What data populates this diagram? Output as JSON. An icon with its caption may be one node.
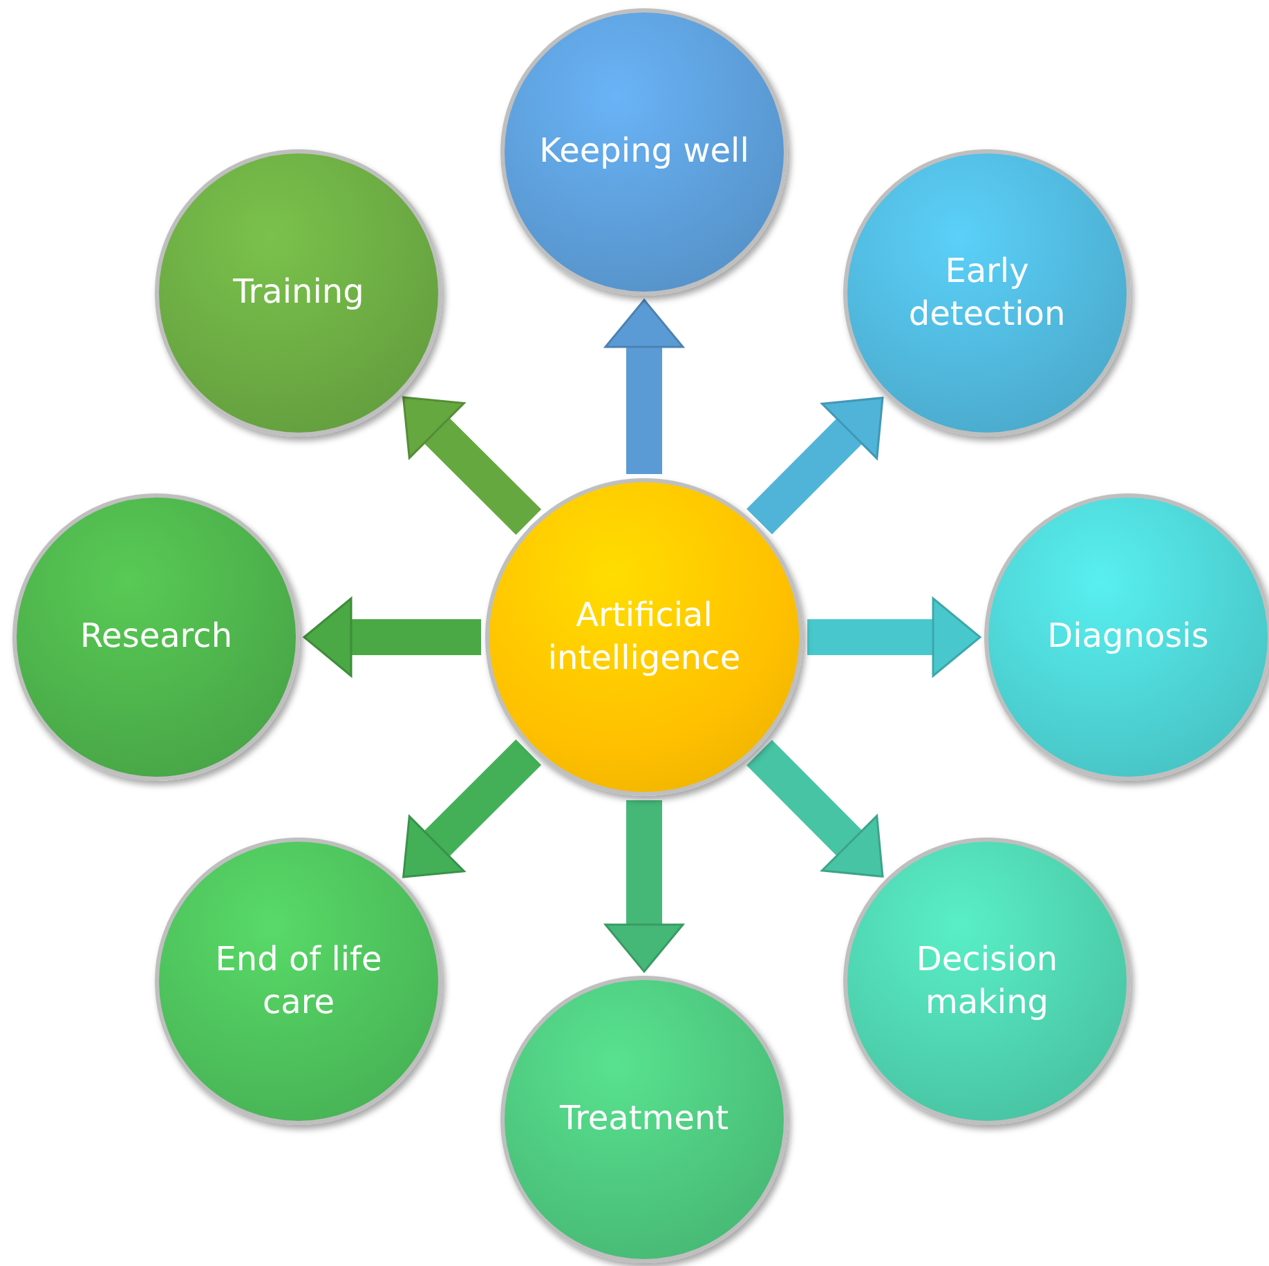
{
  "diagram": {
    "nodes": [
      {
        "text": [
          "Artificial intelligence"
        ]
      },
      {
        "text": [
          "Keeping well"
        ]
      },
      {
        "text": [
          "Early detection"
        ]
      },
      {
        "text": [
          "Diagnosis"
        ]
      },
      {
        "text": [
          "Decision making"
        ]
      },
      {
        "text": [
          "Treatment"
        ]
      },
      {
        "text": [
          "End of life care"
        ]
      },
      {
        "text": [
          "Research"
        ]
      },
      {
        "text": [
          "Training"
        ]
      }
    ],
    "edges": [
      {
        "from": 0,
        "to": 1,
        "arrow": "to",
        "color": "#5b9bd5"
      },
      {
        "from": 0,
        "to": 2,
        "arrow": "to",
        "color": "#4fb4d8"
      },
      {
        "from": 0,
        "to": 3,
        "arrow": "to",
        "color": "#48c8cc"
      },
      {
        "from": 0,
        "to": 4,
        "arrow": "to",
        "color": "#47c4a4"
      },
      {
        "from": 0,
        "to": 5,
        "arrow": "to",
        "color": "#45b878"
      },
      {
        "from": 0,
        "to": 6,
        "arrow": "to",
        "color": "#43b058"
      },
      {
        "from": 0,
        "to": 7,
        "arrow": "to",
        "color": "#4aa845"
      },
      {
        "from": 0,
        "to": 8,
        "arrow": "to",
        "color": "#66a840"
      }
    ]
  }
}
